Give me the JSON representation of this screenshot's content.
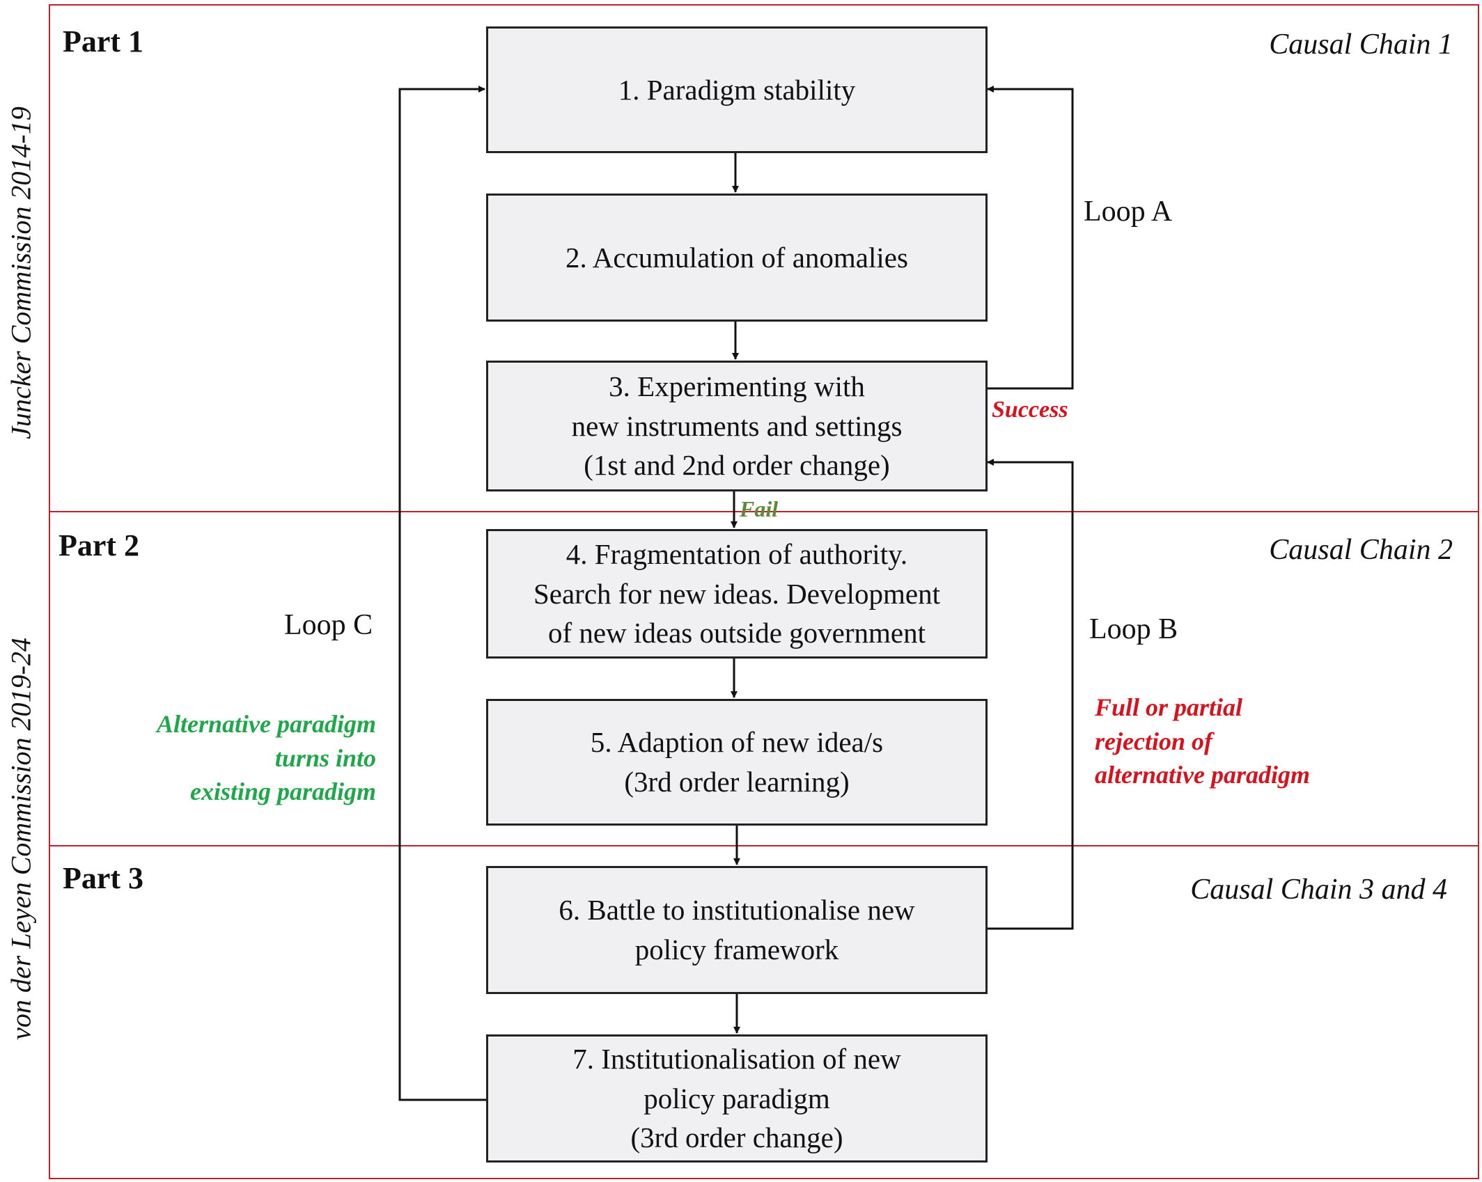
{
  "parts": [
    {
      "label": "Part 1",
      "chain": "Causal Chain 1"
    },
    {
      "label": "Part 2",
      "chain": "Causal Chain 2"
    },
    {
      "label": "Part 3",
      "chain": "Causal Chain 3 and 4"
    }
  ],
  "side_labels": {
    "top": "Juncker Commission 2014-19",
    "bottom": "von der Leyen Commission 2019-24"
  },
  "boxes": [
    {
      "text": "1. Paradigm stability"
    },
    {
      "text": "2. Accumulation of  anomalies"
    },
    {
      "text": "3. Experimenting with\nnew instruments and settings\n(1st and 2nd order change)"
    },
    {
      "text": "4. Fragmentation of  authority.\nSearch for new ideas. Development\nof  new ideas outside government"
    },
    {
      "text": "5. Adaption of  new idea/s\n(3rd order learning)"
    },
    {
      "text": "6. Battle to institutionalise new\npolicy framework"
    },
    {
      "text": "7. Institutionalisation of  new\npolicy paradigm\n(3rd order change)"
    }
  ],
  "loops": {
    "a": "Loop A",
    "b": "Loop B",
    "c": "Loop C"
  },
  "annotations": {
    "success": "Success",
    "fail": "Fail",
    "rejection": "Full or partial\nrejection of\nalternative paradigm",
    "alternative": "Alternative paradigm\nturns into\nexisting paradigm"
  },
  "colors": {
    "frame": "#c0202a",
    "success": "#d8121c",
    "fail": "#5a8a3a",
    "alternative": "#1ea84a",
    "box_fill": "#f0f0f2"
  }
}
